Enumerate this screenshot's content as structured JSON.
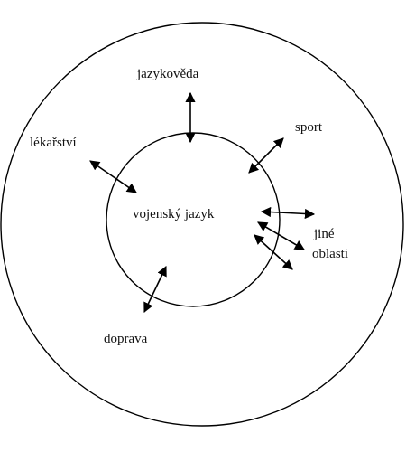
{
  "diagram": {
    "center_label": "vojenský jazyk",
    "labels": {
      "linguistics": "jazykověda",
      "sport": "sport",
      "medicine": "lékařství",
      "other_1": "jiné",
      "other_2": "oblasti",
      "transport": "doprava"
    }
  }
}
